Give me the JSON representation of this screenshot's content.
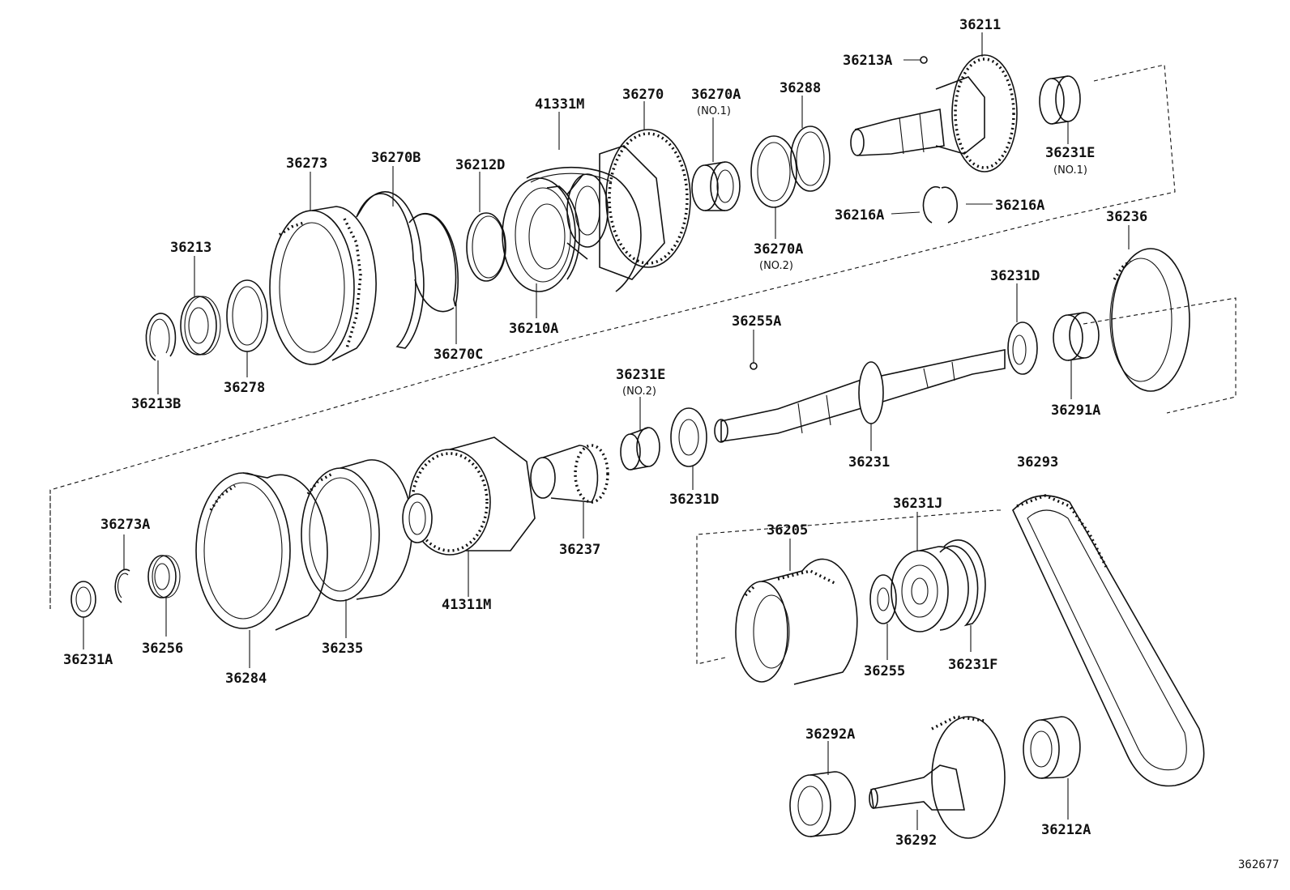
{
  "diagram": {
    "ref_code": "362677",
    "parts": {
      "p36211": "36211",
      "p36213A": "36213A",
      "p41331M": "41331M",
      "p36270": "36270",
      "p36270A1": "36270A",
      "p36270A1_note": "(NO.1)",
      "p36288": "36288",
      "p36231E1": "36231E",
      "p36231E1_note": "(NO.1)",
      "p36273": "36273",
      "p36270B": "36270B",
      "p36212D": "36212D",
      "p36216A_l": "36216A",
      "p36216A_r": "36216A",
      "p36270A2": "36270A",
      "p36270A2_note": "(NO.2)",
      "p36236": "36236",
      "p36213": "36213",
      "p36210A": "36210A",
      "p36270C": "36270C",
      "p36231D_top": "36231D",
      "p36255A": "36255A",
      "p36213B": "36213B",
      "p36278": "36278",
      "p36231E2": "36231E",
      "p36231E2_note": "(NO.2)",
      "p36291A": "36291A",
      "p36231": "36231",
      "p36293": "36293",
      "p36231D_bot": "36231D",
      "p36273A": "36273A",
      "p36237": "36237",
      "p36205": "36205",
      "p36231J": "36231J",
      "p41311M": "41311M",
      "p36256": "36256",
      "p36231A": "36231A",
      "p36235": "36235",
      "p36255": "36255",
      "p36231F": "36231F",
      "p36284": "36284",
      "p36292A": "36292A",
      "p36292": "36292",
      "p36212A": "36212A"
    }
  }
}
